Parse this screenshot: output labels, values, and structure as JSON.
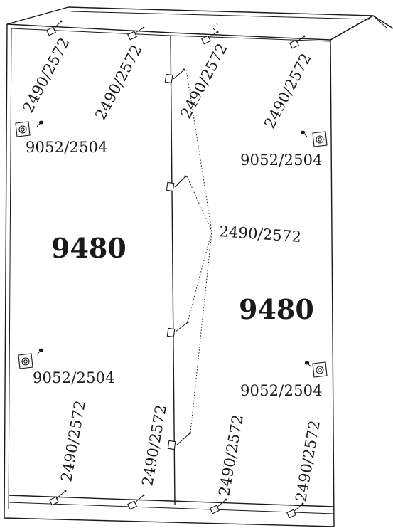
{
  "diagram": {
    "panel_labels": {
      "left_panel": "9480",
      "right_panel": "9480"
    },
    "hinge_labels": {
      "top_1": "2490/2572",
      "top_2": "2490/2572",
      "top_3": "2490/2572",
      "top_4": "2490/2572",
      "middle_callout": "2490/2572",
      "bottom_1": "2490/2572",
      "bottom_2": "2490/2572",
      "bottom_3": "2490/2572",
      "bottom_4": "2490/2572"
    },
    "fitting_labels": {
      "upper_left": "9052/2504",
      "upper_right": "9052/2504",
      "lower_left": "9052/2504",
      "lower_right": "9052/2504"
    }
  }
}
